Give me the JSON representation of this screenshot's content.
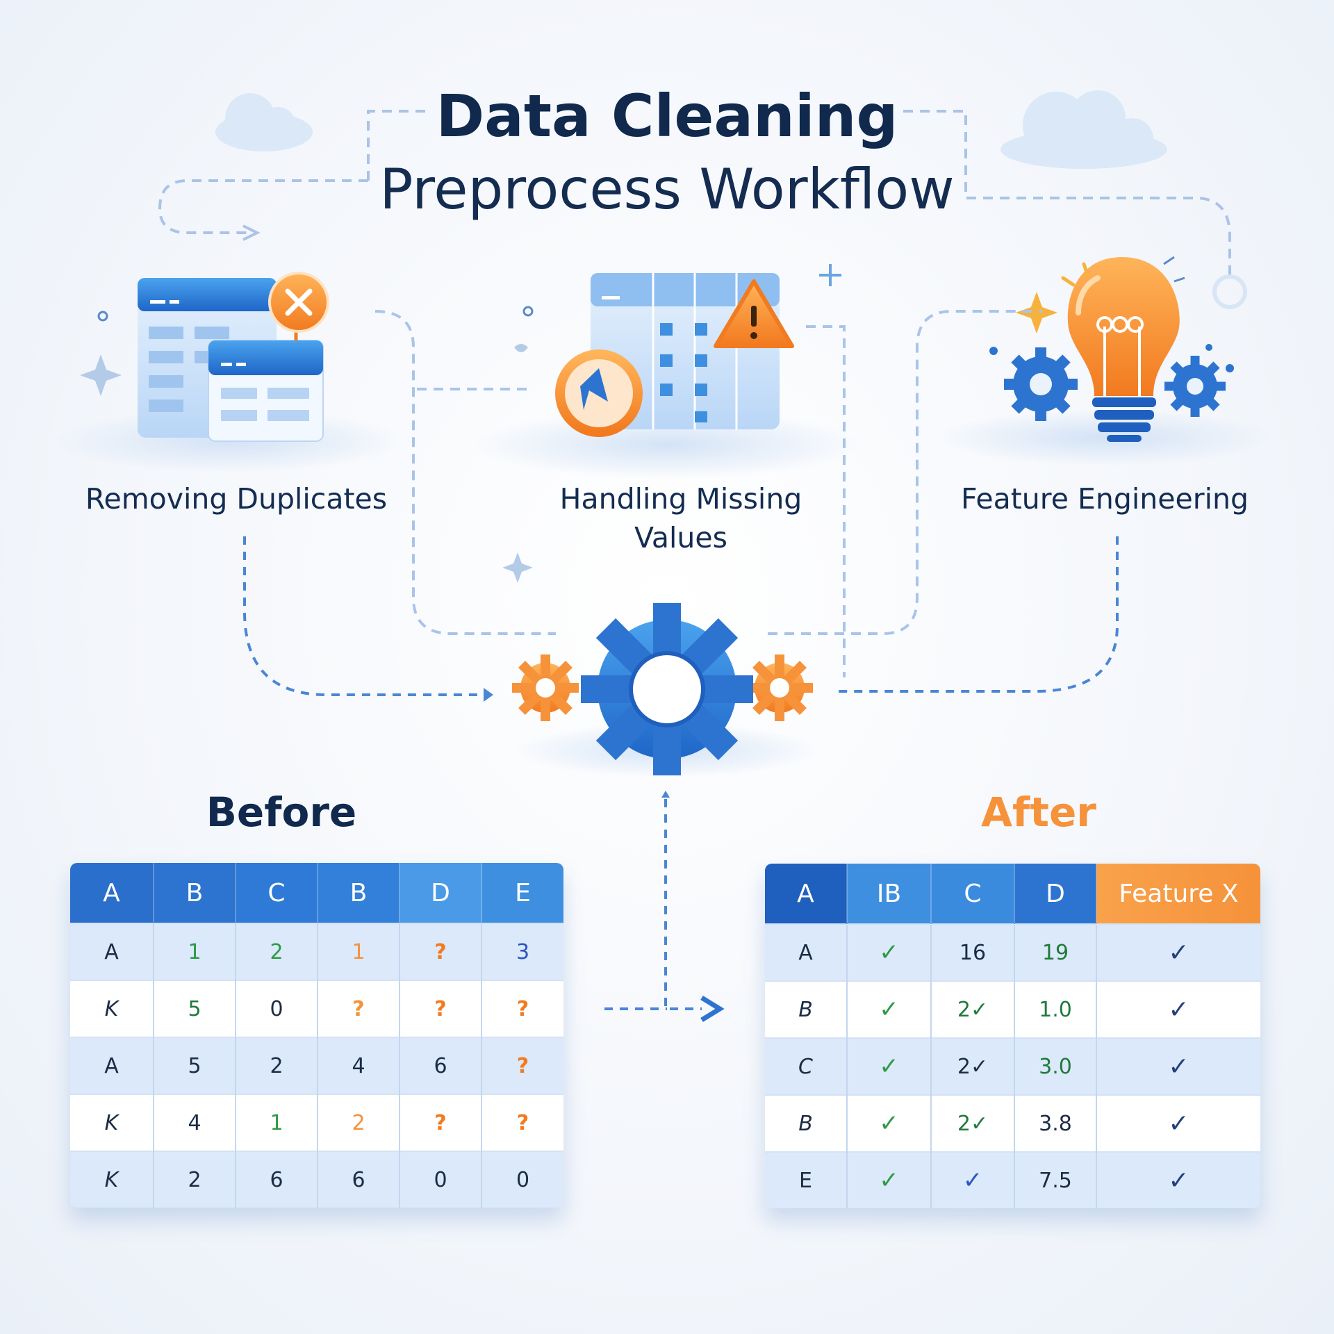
{
  "title": "Data Cleaning",
  "subtitle": "Preprocess Workflow",
  "steps": [
    {
      "label": "Removing Duplicates",
      "icon": "duplicate-tables-icon"
    },
    {
      "label": "Handling Missing Values",
      "icon": "missing-values-table-icon"
    },
    {
      "label": "Feature Engineering",
      "icon": "lightbulb-gears-icon"
    }
  ],
  "center_icon": "processing-gears-icon",
  "before": {
    "heading": "Before",
    "headers": [
      "A",
      "B",
      "C",
      "B",
      "D",
      "E"
    ],
    "rows": [
      [
        "A",
        "1",
        "2",
        "1",
        "?",
        "3"
      ],
      [
        "K",
        "5",
        "0",
        "?",
        "?",
        "?"
      ],
      [
        "A",
        "5",
        "2",
        "4",
        "6",
        "?"
      ],
      [
        "K",
        "4",
        "1",
        "2",
        "?",
        "?"
      ],
      [
        "K",
        "2",
        "6",
        "6",
        "0",
        "0"
      ]
    ]
  },
  "after": {
    "heading": "After",
    "headers": [
      "A",
      "IB",
      "C",
      "D",
      "Feature X"
    ],
    "rows": [
      [
        "A",
        "✓",
        "16",
        "19",
        "✓"
      ],
      [
        "B",
        "✓",
        "2✓",
        "1.0",
        "✓"
      ],
      [
        "C",
        "✓",
        "2✓",
        "3.0",
        "✓"
      ],
      [
        "B",
        "✓",
        "2✓",
        "3.8",
        "✓"
      ],
      [
        "E",
        "✓",
        "✓",
        "7.5",
        "✓"
      ]
    ]
  },
  "colors": {
    "navy": "#10294d",
    "blue": "#2d74d0",
    "orange": "#f5923a",
    "green": "#2e9a45",
    "light_blue": "#dbe9fa"
  }
}
